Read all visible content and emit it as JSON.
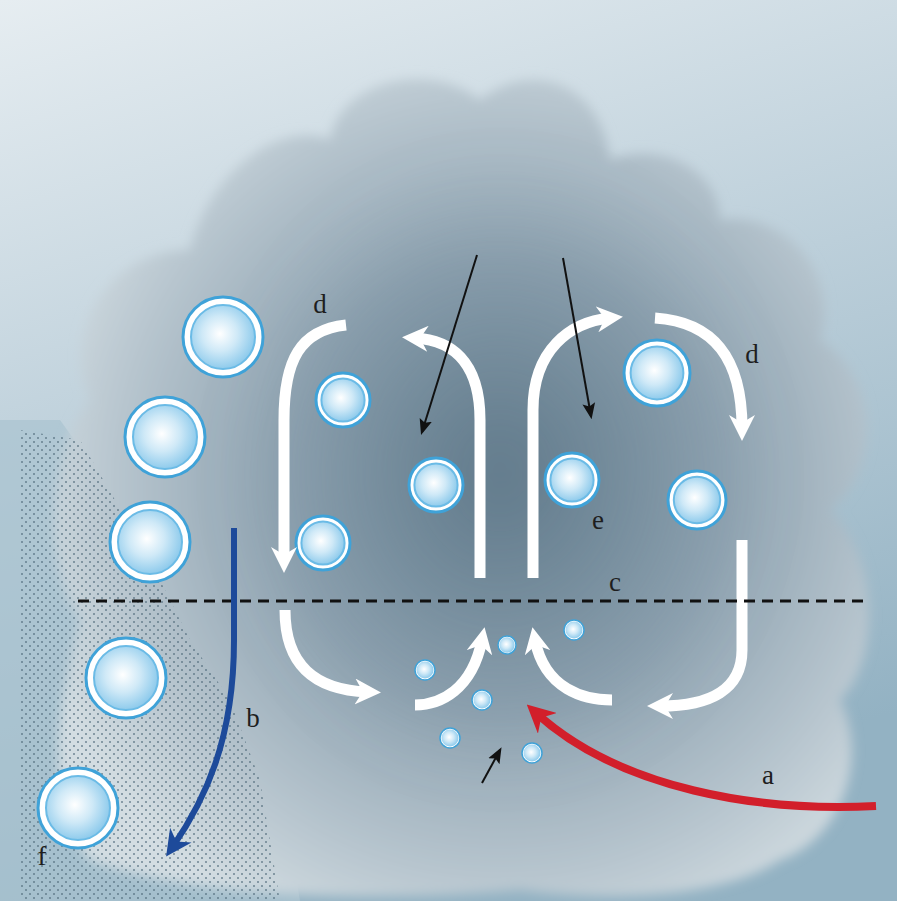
{
  "diagram": {
    "labels": [
      "d",
      "d",
      "e",
      "c",
      "b",
      "a",
      "f"
    ]
  }
}
